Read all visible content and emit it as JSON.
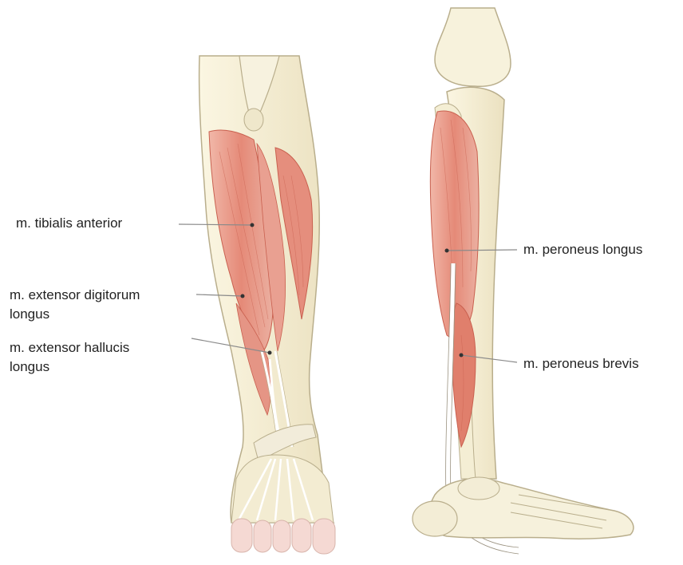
{
  "labels": {
    "tibialis_anterior": "m. tibialis anterior",
    "extensor_digitorum_line1": "m. extensor digitorum",
    "extensor_digitorum_line2": "longus",
    "extensor_hallucis_line1": "m. extensor hallucis",
    "extensor_hallucis_line2": "longus",
    "peroneus_longus": "m. peroneus longus",
    "peroneus_brevis": "m. peroneus brevis"
  },
  "colors": {
    "bone": "#f3ecd2",
    "bone_outline": "#b9ae8c",
    "muscle": "#e79686",
    "muscle_dark": "#c9604f",
    "tendon": "#f7f5ee",
    "skin_foot": "#f5d9d3",
    "leader_line": "#8a8a8a"
  }
}
